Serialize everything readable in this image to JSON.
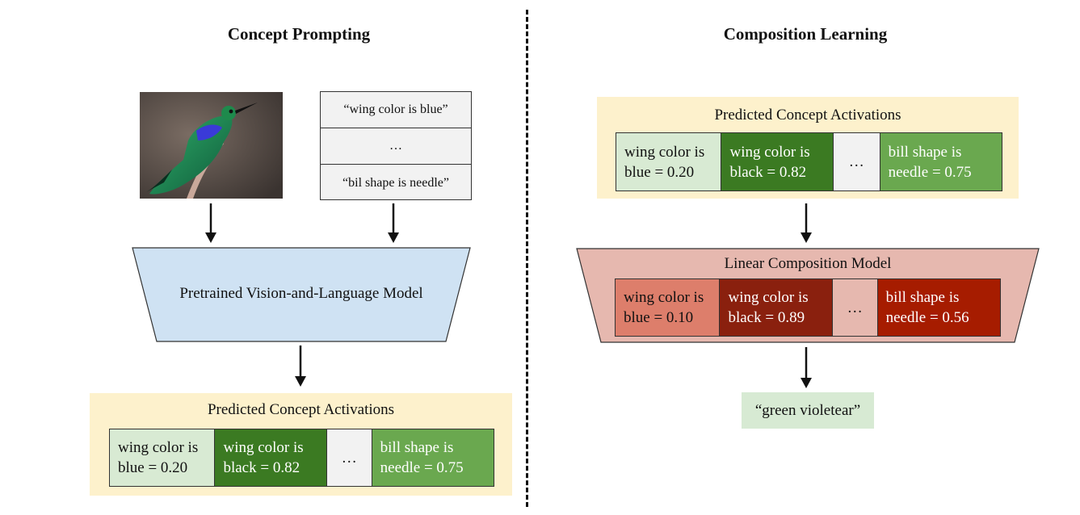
{
  "left": {
    "title": "Concept Prompting",
    "prompts": [
      "“wing color is blue”",
      "…",
      "“bil shape is needle”"
    ],
    "model_label": "Pretrained Vision-and-Language Model",
    "activations": {
      "title": "Predicted Concept Activations",
      "cells": [
        {
          "line1": "wing color is",
          "line2": "blue = 0.20",
          "bg": "#d8ead3",
          "fg": "#111111"
        },
        {
          "line1": "wing color is",
          "line2": "black = 0.82",
          "bg": "#3b7a22",
          "fg": "#ffffff"
        },
        {
          "dots": "…",
          "bg": "#f2f2f2",
          "fg": "#111111"
        },
        {
          "line1": "bill shape is",
          "line2": "needle = 0.75",
          "bg": "#6aa84f",
          "fg": "#ffffff"
        }
      ]
    }
  },
  "right": {
    "title": "Composition Learning",
    "activations": {
      "title": "Predicted Concept Activations",
      "cells": [
        {
          "line1": "wing color is",
          "line2": "blue = 0.20",
          "bg": "#d8ead3",
          "fg": "#111111"
        },
        {
          "line1": "wing color is",
          "line2": "black = 0.82",
          "bg": "#3b7a22",
          "fg": "#ffffff"
        },
        {
          "dots": "…",
          "bg": "#f2f2f2",
          "fg": "#111111"
        },
        {
          "line1": "bill shape is",
          "line2": "needle = 0.75",
          "bg": "#6aa84f",
          "fg": "#ffffff"
        }
      ]
    },
    "model_label": "Linear Composition Model",
    "weights": [
      {
        "line1": "wing color is",
        "line2": "blue = 0.10",
        "bg": "#dd7e6b",
        "fg": "#111111"
      },
      {
        "line1": "wing color is",
        "line2": "black = 0.89",
        "bg": "#8a200e",
        "fg": "#ffffff"
      },
      {
        "dots": "…",
        "bg": "#e6b8af",
        "fg": "#111111"
      },
      {
        "line1": "bill shape is",
        "line2": "needle = 0.56",
        "bg": "#a61c00",
        "fg": "#ffffff"
      }
    ],
    "output": "“green violetear”"
  },
  "colors": {
    "vl_model_fill": "#cfe2f3",
    "linear_model_fill": "#e6b8af",
    "panel_fill": "#fdf1cc",
    "output_fill": "#d7ead3"
  }
}
